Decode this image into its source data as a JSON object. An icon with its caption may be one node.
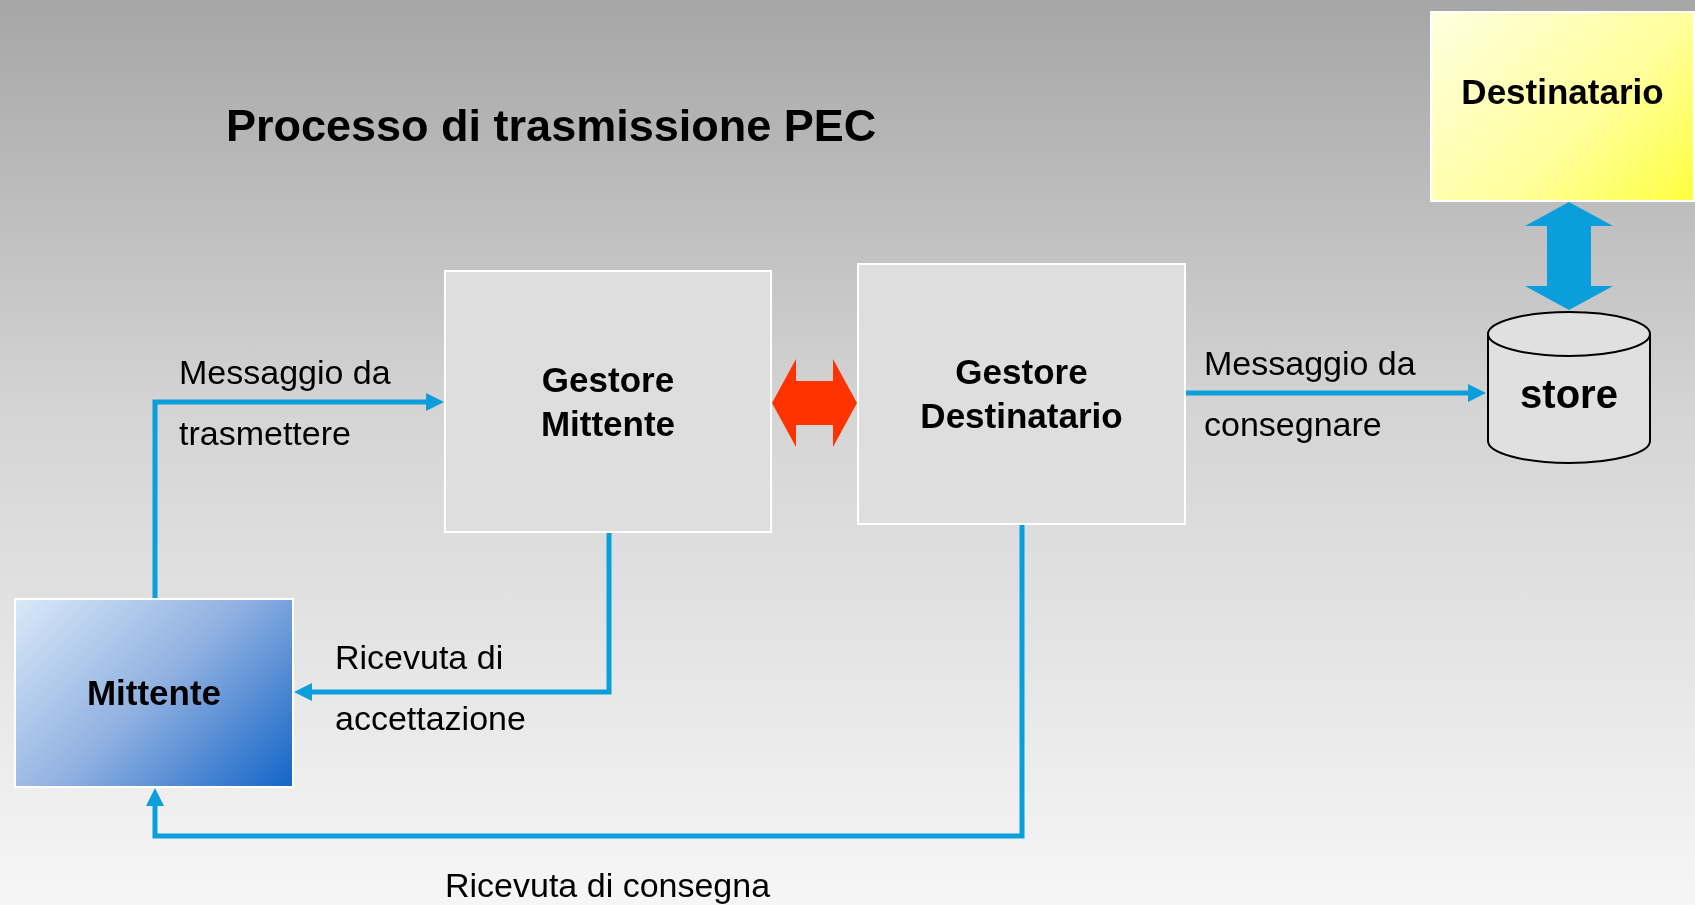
{
  "diagram": {
    "title": "Processo di trasmissione PEC",
    "nodes": [
      {
        "text": [
          "Destinatario"
        ]
      },
      {
        "text": [
          "Gestore Mittente"
        ]
      },
      {
        "text": [
          "Gestore Destinatario"
        ]
      },
      {
        "text": [
          "store"
        ]
      },
      {
        "text": [
          "Mittente"
        ]
      }
    ],
    "edges": [
      {
        "from": 4,
        "to": 1,
        "arrow": "to",
        "label": "Messaggio da trasmettere"
      },
      {
        "from": 1,
        "to": 2,
        "arrow": "both",
        "style": "thick",
        "color": "#ff3300"
      },
      {
        "from": 2,
        "to": 3,
        "arrow": "to",
        "label": "Messaggio da consegnare"
      },
      {
        "from": 0,
        "to": 3,
        "arrow": "both",
        "style": "thick"
      },
      {
        "from": 1,
        "to": 4,
        "arrow": "to",
        "label": "Ricevuta di accettazione"
      },
      {
        "from": 2,
        "to": 4,
        "arrow": "to",
        "label": "Ricevuta di consegna"
      }
    ]
  }
}
